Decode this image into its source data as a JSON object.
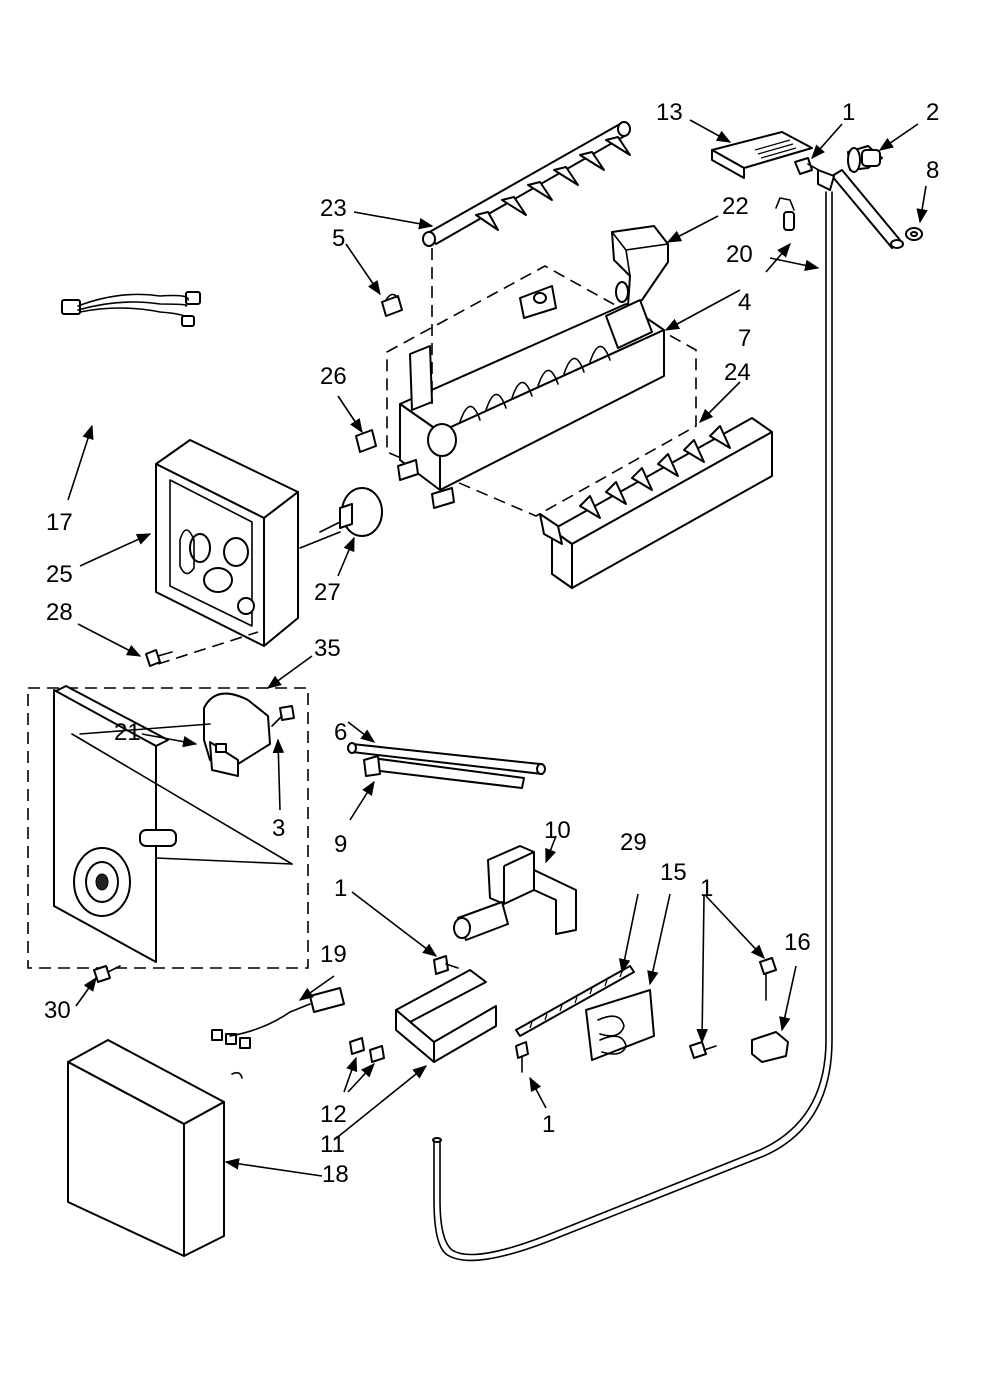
{
  "callouts": {
    "c1_top": "1",
    "c2": "2",
    "c3": "3",
    "c4": "4",
    "c5": "5",
    "c6": "6",
    "c7": "7",
    "c8": "8",
    "c9": "9",
    "c10": "10",
    "c1_bracket": "1",
    "c11": "11",
    "c12": "12",
    "c13": "13",
    "c15": "15",
    "c16": "16",
    "c1_right": "1",
    "c1_heater": "1",
    "c17": "17",
    "c18": "18",
    "c19": "19",
    "c20": "20",
    "c21": "21",
    "c22": "22",
    "c23": "23",
    "c24": "24",
    "c25": "25",
    "c26": "26",
    "c27": "27",
    "c28": "28",
    "c29": "29",
    "c30": "30",
    "c35": "35"
  }
}
